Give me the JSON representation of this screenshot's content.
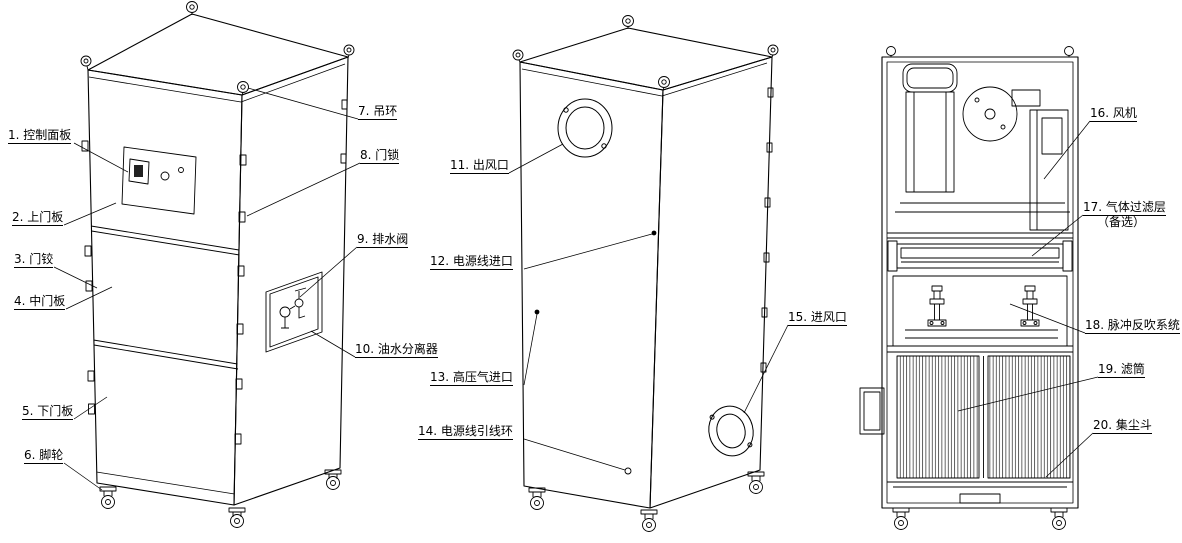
{
  "drawing": {
    "background": "#ffffff",
    "line_color": "#000000",
    "views": 3
  },
  "labels": [
    {
      "num": 1,
      "text": "1. 控制面板"
    },
    {
      "num": 2,
      "text": "2. 上门板"
    },
    {
      "num": 3,
      "text": "3. 门铰"
    },
    {
      "num": 4,
      "text": "4. 中门板"
    },
    {
      "num": 5,
      "text": "5. 下门板"
    },
    {
      "num": 6,
      "text": "6. 脚轮"
    },
    {
      "num": 7,
      "text": "7. 吊环"
    },
    {
      "num": 8,
      "text": "8. 门锁"
    },
    {
      "num": 9,
      "text": "9. 排水阀"
    },
    {
      "num": 10,
      "text": "10. 油水分离器"
    },
    {
      "num": 11,
      "text": "11. 出风口"
    },
    {
      "num": 12,
      "text": "12. 电源线进口"
    },
    {
      "num": 13,
      "text": "13. 高压气进口"
    },
    {
      "num": 14,
      "text": "14. 电源线引线环"
    },
    {
      "num": 15,
      "text": "15. 进风口"
    },
    {
      "num": 16,
      "text": "16. 风机"
    },
    {
      "num": 17,
      "text": "17. 气体过滤层",
      "sub": "（备选）"
    },
    {
      "num": 18,
      "text": "18. 脉冲反吹系统"
    },
    {
      "num": 19,
      "text": "19. 滤筒"
    },
    {
      "num": 20,
      "text": "20. 集尘斗"
    }
  ]
}
